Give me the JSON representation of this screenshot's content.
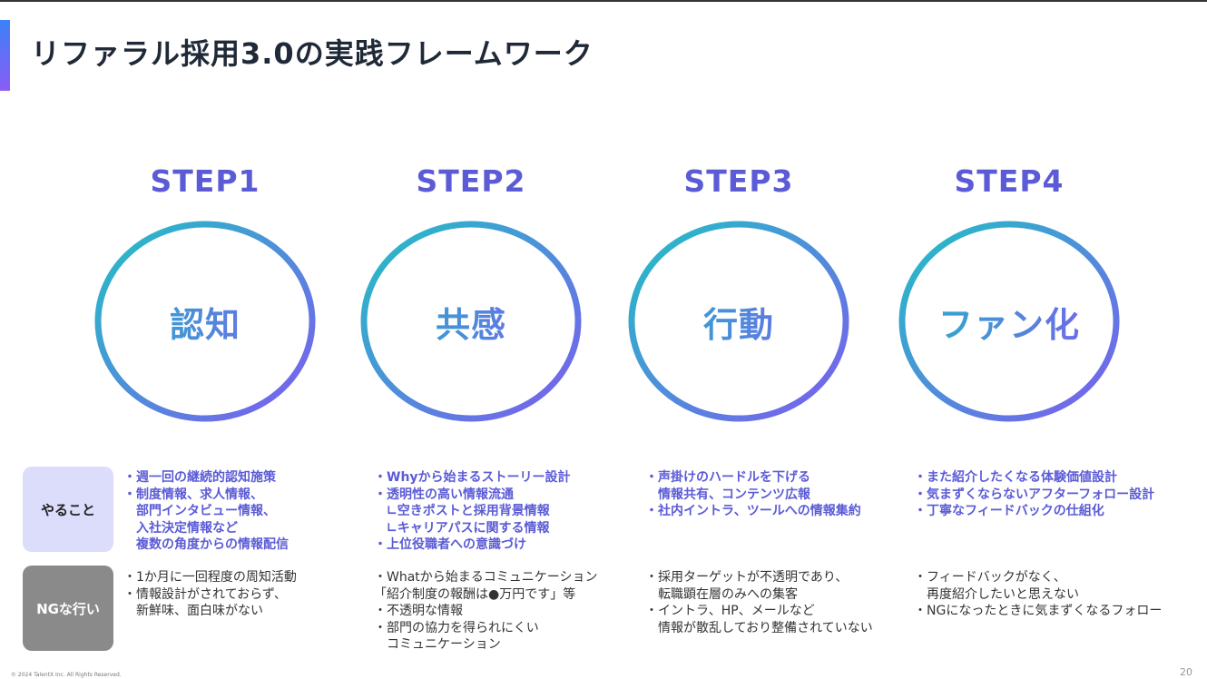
{
  "title": "リファラル採用3.0の実践フレームワーク",
  "steps": [
    {
      "label": "STEP1",
      "name": "認知"
    },
    {
      "label": "STEP2",
      "name": "共感"
    },
    {
      "label": "STEP3",
      "name": "行動"
    },
    {
      "label": "STEP4",
      "name": "ファン化"
    }
  ],
  "rows": {
    "do_label": "やること",
    "ng_label": "NGな行い"
  },
  "do_items": [
    [
      "・週一回の継続的認知施策",
      "・制度情報、求人情報、",
      "　部門インタビュー情報、",
      "　入社決定情報など",
      "　複数の角度からの情報配信"
    ],
    [
      "・Whyから始まるストーリー設計",
      "・透明性の高い情報流通",
      "　∟空きポストと採用背景情報",
      "　∟キャリアパスに関する情報",
      "・上位役職者への意識づけ"
    ],
    [
      "・声掛けのハードルを下げる",
      "　情報共有、コンテンツ広報",
      "・社内イントラ、ツールへの情報集約"
    ],
    [
      "・また紹介したくなる体験価値設計",
      "・気まずくならないアフターフォロー設計",
      "・丁寧なフィードバックの仕組化"
    ]
  ],
  "ng_items": [
    [
      "・1か月に一回程度の周知活動",
      "・情報設計がされておらず、",
      "　新鮮味、面白味がない"
    ],
    [
      "・Whatから始まるコミュニケーション",
      "「紹介制度の報酬は●万円です」等",
      "・不透明な情報",
      "・部門の協力を得られにくい",
      "　コミュニケーション"
    ],
    [
      "・採用ターゲットが不透明であり、",
      "　転職顕在層のみへの集客",
      "・イントラ、HP、メールなど",
      "　情報が散乱しており整備されていない"
    ],
    [
      "・フィードバックがなく、",
      "　再度紹介したいと思えない",
      "・NGになったときに気まずくなるフォロー"
    ]
  ],
  "footer": "© 2024 TalentX Inc. All Rights Reserved.",
  "page_number": "20",
  "colors": {
    "accent": "#5b5bd6",
    "gradient_start": "#22b7c7",
    "gradient_end": "#7c5cf0",
    "do_bg": "#dcdcfb",
    "ng_bg": "#8a8a8a"
  }
}
